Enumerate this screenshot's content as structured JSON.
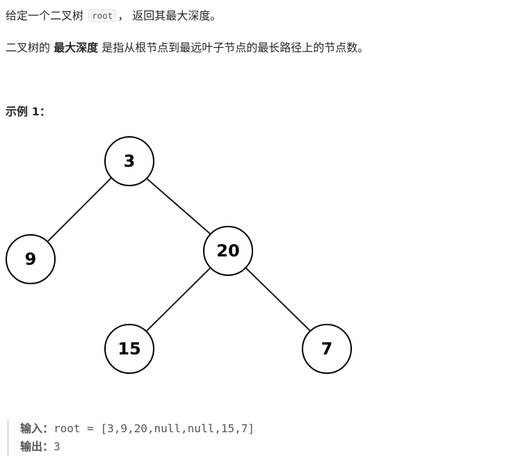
{
  "problem": {
    "line1_before": "给定一个二叉树 ",
    "line1_code": "root",
    "line1_after": "， 返回其最大深度。",
    "line2_before": "二叉树的 ",
    "line2_bold": "最大深度",
    "line2_after": " 是指从根节点到最远叶子节点的最长路径上的节点数。"
  },
  "example": {
    "title": "示例 1：",
    "tree_nodes": [
      {
        "id": "n3",
        "value": "3"
      },
      {
        "id": "n9",
        "value": "9"
      },
      {
        "id": "n20",
        "value": "20"
      },
      {
        "id": "n15",
        "value": "15"
      },
      {
        "id": "n7",
        "value": "7"
      }
    ],
    "tree_edges": [
      {
        "from": "3",
        "to": "9"
      },
      {
        "from": "3",
        "to": "20"
      },
      {
        "from": "20",
        "to": "15"
      },
      {
        "from": "20",
        "to": "7"
      }
    ],
    "input_label": "输入：",
    "input_value": "root = [3,9,20,null,null,15,7]",
    "output_label": "输出：",
    "output_value": "3"
  }
}
